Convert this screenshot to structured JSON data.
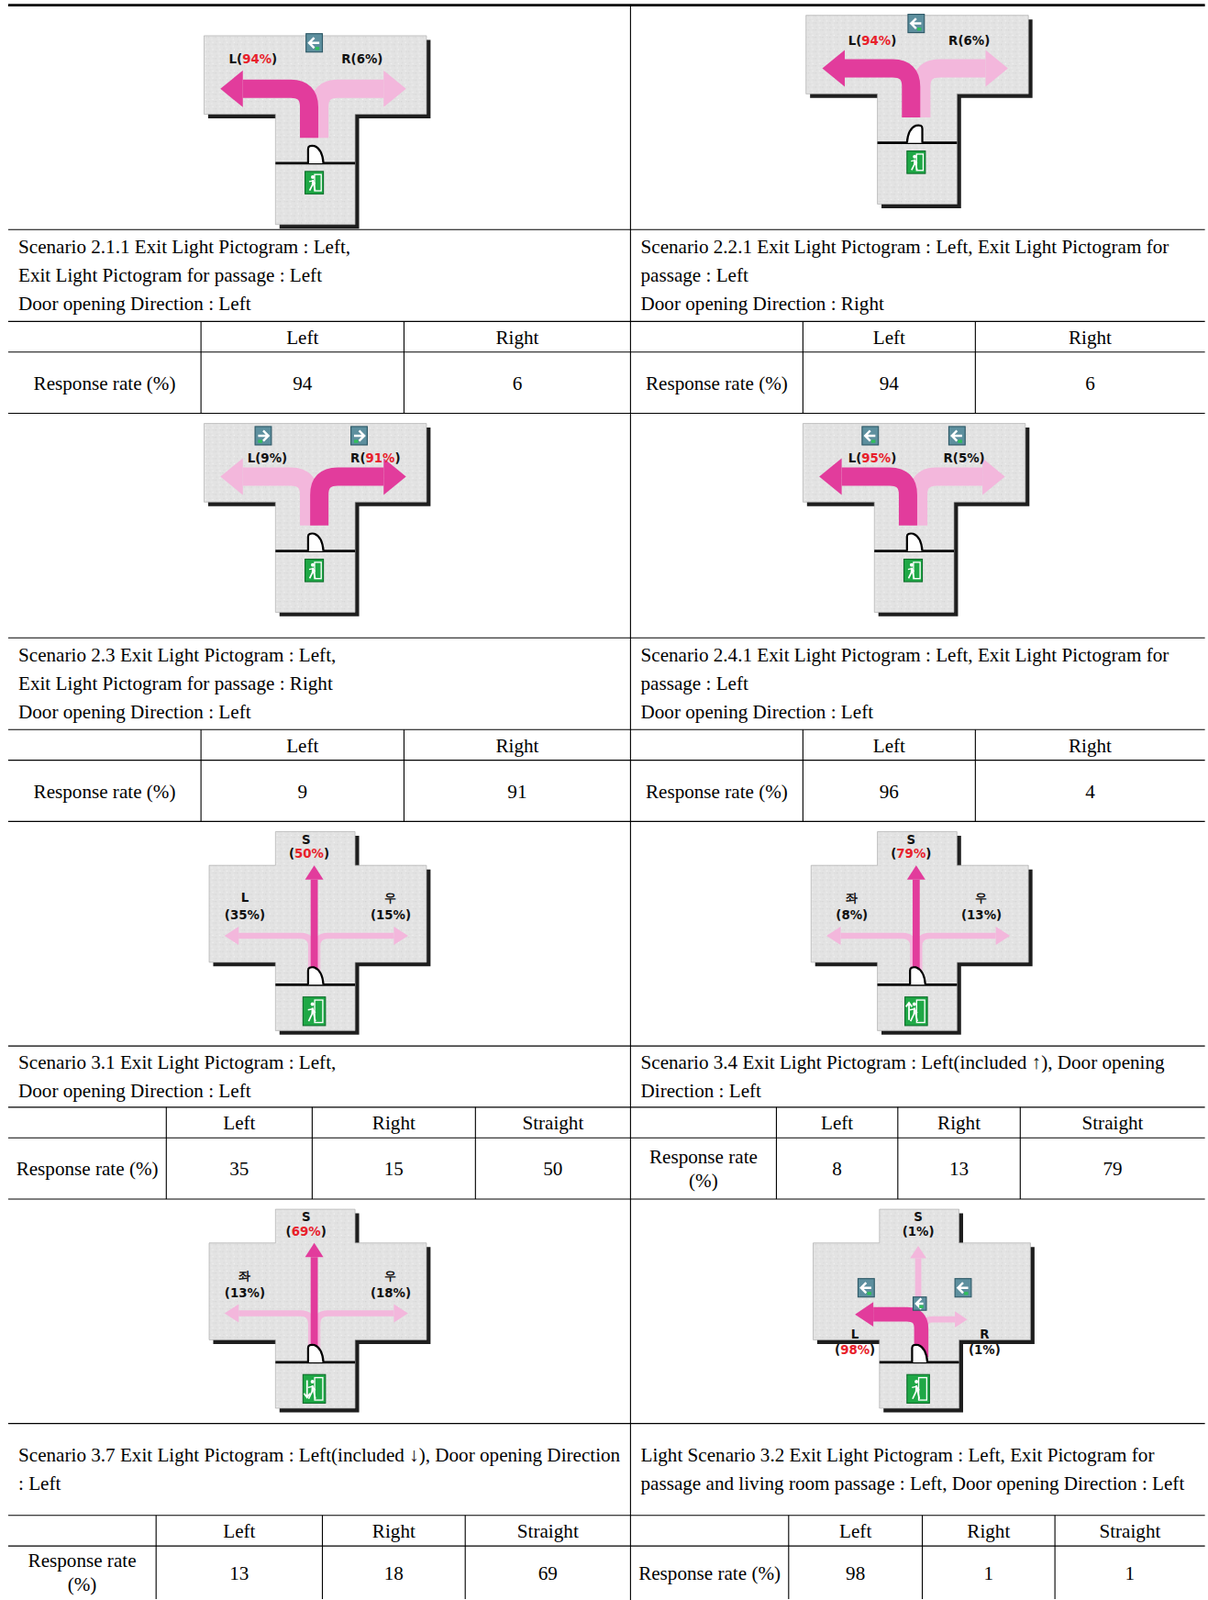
{
  "diagram": {
    "labels": [
      "L(94%)",
      "R(6%)",
      "Scenario 2.1.1 Exit Light Pictogram : Left,",
      "Exit Light Pictogram for passage : Left",
      "Door opening Direction : Left",
      "Left",
      "Right",
      "Response rate (%)",
      "94",
      "6",
      "L(94%)",
      "R(6%)",
      "Scenario 2.2.1 Exit Light Pictogram : Left, Exit Light Pictogram for passage : Left",
      "Door opening Direction : Right",
      "Left",
      "Right",
      "Response rate (%)",
      "94",
      "6",
      "L(9%)",
      "R(91%)",
      "Scenario 2.3 Exit Light Pictogram : Left,",
      "Exit Light Pictogram for passage : Right",
      "Door opening Direction : Left",
      "Left",
      "Right",
      "Response rate (%)",
      "9",
      "91",
      "L(95%)",
      "R(5%)",
      "Scenario 2.4.1 Exit Light Pictogram : Left, Exit Light Pictogram for passage : Left",
      "Door opening Direction : Left",
      "Left",
      "Right",
      "Response rate (%)",
      "96",
      "4",
      "S",
      "(50%)",
      "L",
      "(35%)",
      "우",
      "(15%)",
      "Scenario 3.1 Exit Light Pictogram : Left,",
      "Door opening Direction : Left",
      "Left",
      "Right",
      "Straight",
      "Response rate (%)",
      "35",
      "15",
      "50",
      "S",
      "(79%)",
      "좌",
      "(8%)",
      "우",
      "(13%)",
      "Scenario 3.4 Exit Light Pictogram : Left(included ↑), Door opening Direction : Left",
      "Left",
      "Right",
      "Straight",
      "Response rate (%)",
      "8",
      "13",
      "79",
      "S",
      "(69%)",
      "좌",
      "(13%)",
      "우",
      "(18%)",
      "Scenario 3.7 Exit Light Pictogram : Left(included ↓), Door opening Direction : Left",
      "Left",
      "Right",
      "Straight",
      "Response rate (%)",
      "13",
      "18",
      "69",
      "S",
      "(1%)",
      "L",
      "(98%)",
      "R",
      "(1%)",
      "Light Scenario 3.2 Exit Light Pictogram : Left, Exit Pictogram for passage and living room passage : Left, Door opening Direction : Left",
      "Left",
      "Right",
      "Straight",
      "Response rate (%)",
      "98",
      "1",
      "1"
    ]
  }
}
